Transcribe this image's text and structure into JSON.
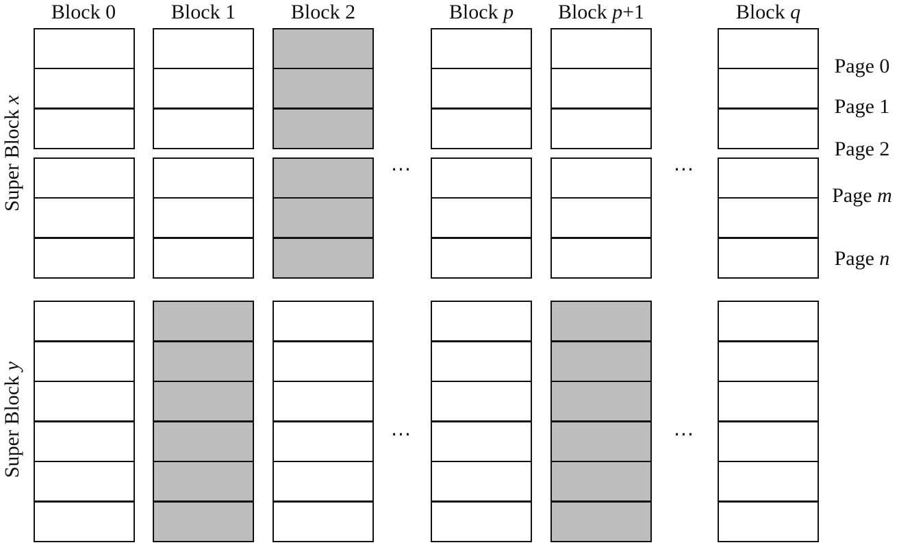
{
  "blocks": [
    {
      "prefix": "Block ",
      "var": "",
      "suffix": "0"
    },
    {
      "prefix": "Block ",
      "var": "",
      "suffix": "1"
    },
    {
      "prefix": "Block ",
      "var": "",
      "suffix": "2"
    },
    {
      "prefix": "Block ",
      "var": "p",
      "suffix": ""
    },
    {
      "prefix": "Block ",
      "var": "p",
      "suffix": "+1"
    },
    {
      "prefix": "Block ",
      "var": "q",
      "suffix": ""
    }
  ],
  "super_blocks": [
    {
      "prefix": "Super Block ",
      "var": "x",
      "pages_per_block": 6,
      "shaded_blocks": [
        2
      ]
    },
    {
      "prefix": "Super Block ",
      "var": "y",
      "pages_per_block": 6,
      "shaded_blocks": [
        1,
        4
      ]
    }
  ],
  "page_labels": [
    {
      "prefix": "Page ",
      "var": "",
      "suffix": "0"
    },
    {
      "prefix": "Page ",
      "var": "",
      "suffix": "1"
    },
    {
      "prefix": "Page ",
      "var": "",
      "suffix": "2"
    },
    {
      "prefix": "Page ",
      "var": "m",
      "suffix": ""
    },
    {
      "prefix": "Page ",
      "var": "n",
      "suffix": ""
    }
  ],
  "ellipsis": "···",
  "colors": {
    "shaded": "#bdbdbd",
    "unshaded": "#ffffff",
    "stroke": "#111111"
  }
}
